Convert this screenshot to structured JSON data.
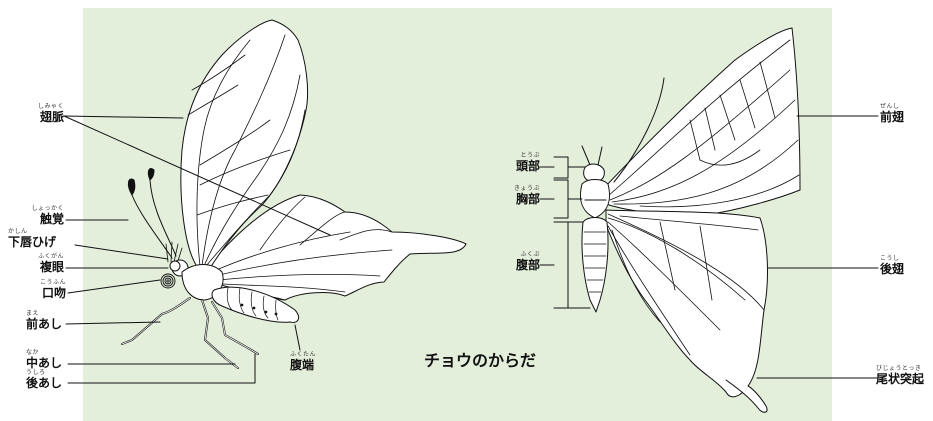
{
  "title": "チョウのからだ",
  "labels": {
    "shimyaku": {
      "ruby": "しみゃく",
      "text": "翅脈"
    },
    "shokkaku": {
      "ruby": "しょっかく",
      "text": "触覚"
    },
    "kashin": {
      "ruby": "かしん",
      "text": "下唇ひげ"
    },
    "fukugan": {
      "ruby": "ふくがん",
      "text": "複眼"
    },
    "kofun": {
      "ruby": "こうふん",
      "text": "口吻"
    },
    "maeashi": {
      "ruby": "まえ",
      "text": "前あし"
    },
    "nakaashi": {
      "ruby": "なか",
      "text": "中あし"
    },
    "ushiroashi": {
      "ruby": "うしろ",
      "text": "後あし"
    },
    "fukutan": {
      "ruby": "ふくたん",
      "text": "腹端"
    },
    "toubu": {
      "ruby": "とうぶ",
      "text": "頭部"
    },
    "kyoubu": {
      "ruby": "きょうぶ",
      "text": "胸部"
    },
    "fukubu": {
      "ruby": "ふくぶ",
      "text": "腹部"
    },
    "zenshi": {
      "ruby": "ぜんし",
      "text": "前翅"
    },
    "koushi": {
      "ruby": "こうし",
      "text": "後翅"
    },
    "bijou": {
      "ruby": "びじょうとっき",
      "text": "尾状突起"
    }
  },
  "colors": {
    "panel": "#e3eedb",
    "line": "#111111",
    "wing": "#ffffff"
  }
}
